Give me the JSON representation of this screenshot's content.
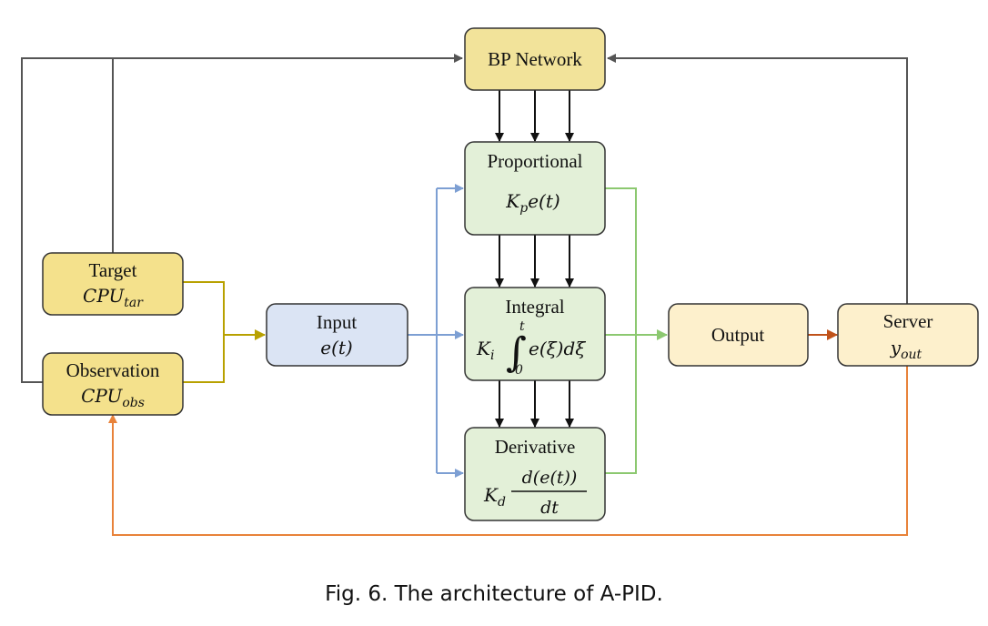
{
  "nodes": {
    "bp": {
      "label": "BP Network"
    },
    "target": {
      "label": "Target",
      "var": "CPU",
      "sub": "tar"
    },
    "observation": {
      "label": "Observation",
      "var": "CPU",
      "sub": "obs"
    },
    "input": {
      "label": "Input",
      "formula": "e(t)"
    },
    "proportional": {
      "label": "Proportional",
      "k": "K",
      "ksub": "p",
      "expr": "e(t)"
    },
    "integral": {
      "label": "Integral",
      "k": "K",
      "ksub": "i",
      "upper": "t",
      "lower": "0",
      "expr": "e(ξ)dξ"
    },
    "derivative": {
      "label": "Derivative",
      "k": "K",
      "ksub": "d",
      "numerator": "d(e(t))",
      "denominator": "dt"
    },
    "output": {
      "label": "Output"
    },
    "server": {
      "label": "Server",
      "var": "y",
      "sub": "out"
    }
  },
  "colors": {
    "bp_fill": "#f2e39a",
    "bp_stroke": "#333333",
    "yellow_fill": "#f4e18c",
    "input_fill": "#dbe4f4",
    "pid_fill": "#e3f0d8",
    "output_fill": "#fdf0cc",
    "gray_line": "#555555",
    "black_line": "#111111",
    "olive_line": "#b8a100",
    "blue_line": "#7d9fd3",
    "green_line": "#8cc870",
    "orange_line": "#e8823a",
    "brown_line": "#c0521a"
  },
  "caption": "Fig. 6.  The architecture of A-PID."
}
